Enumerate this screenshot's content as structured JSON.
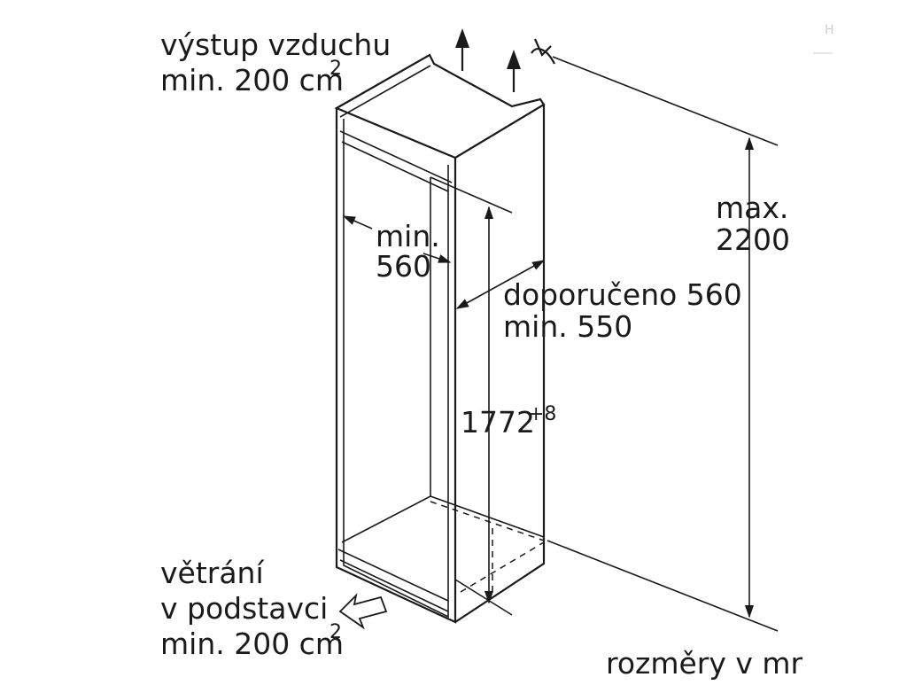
{
  "labels": {
    "air_outlet_line1": "výstup vzduchu",
    "air_outlet_line2": "min. 200 cm",
    "air_outlet_sup": "2",
    "min_width_line1": "min.",
    "min_width_line2": "560",
    "depth_line1": "doporučeno 560",
    "depth_line2": "min. 550",
    "height_value": "1772",
    "height_tolerance": "+8",
    "max_height_line1": "max.",
    "max_height_line2": "2200",
    "base_vent_line1": "větrání",
    "base_vent_line2": "v podstavci",
    "base_vent_line3": "min. 200 cm",
    "base_vent_sup": "2",
    "units_note": "rozměry v mr",
    "corner_glyph": "H"
  },
  "icons": [
    "air-outlet-arrow-icon",
    "air-outlet-arrow-icon",
    "airflow-curved-arrow-icon",
    "base-vent-arrow-icon"
  ],
  "colors": {
    "ink": "#1a1a1a",
    "background": "#ffffff"
  }
}
